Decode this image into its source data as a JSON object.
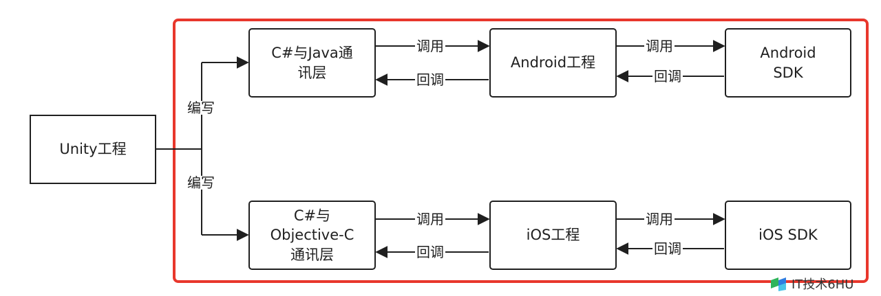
{
  "nodes": {
    "unity": "Unity工程",
    "bridge_java": "C#与Java通\n讯层",
    "android_project": "Android工程",
    "android_sdk": "Android\nSDK",
    "bridge_objc": "C#与\nObjective-C\n通讯层",
    "ios_project": "iOS工程",
    "ios_sdk": "iOS SDK"
  },
  "edge_labels": {
    "write_top": "编写",
    "write_bottom": "编写",
    "call_1": "调用",
    "call_2": "调用",
    "call_3": "调用",
    "call_4": "调用",
    "callback_1": "回调",
    "callback_2": "回调",
    "callback_3": "回调",
    "callback_4": "回调"
  },
  "watermark": {
    "text": "IT技术6HU"
  },
  "colors": {
    "highlight_border": "#e8372c",
    "line": "#1f1f1f",
    "logo_green": "#2fb45a",
    "logo_blue": "#2f7de1"
  }
}
